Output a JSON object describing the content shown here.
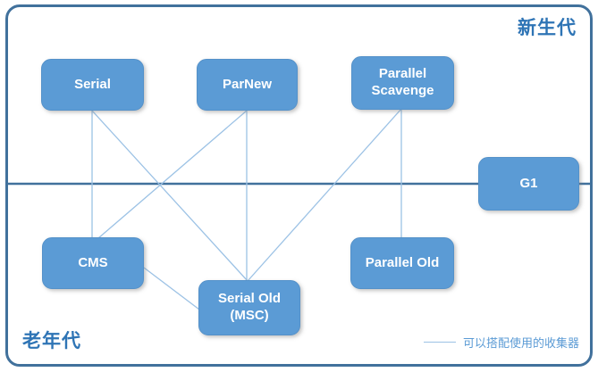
{
  "diagram": {
    "title_context": "JVM garbage collector pairing diagram",
    "regions": {
      "young": {
        "label": "新生代"
      },
      "old": {
        "label": "老年代"
      }
    },
    "nodes": {
      "serial": {
        "label": "Serial"
      },
      "parnew": {
        "label": "ParNew"
      },
      "parallel_scavenge": {
        "label": "Parallel Scavenge"
      },
      "g1": {
        "label": "G1"
      },
      "cms": {
        "label": "CMS"
      },
      "serial_old": {
        "label": "Serial Old (MSC)"
      },
      "parallel_old": {
        "label": "Parallel Old"
      }
    },
    "edges": [
      {
        "from": "Serial",
        "to": "CMS"
      },
      {
        "from": "Serial",
        "to": "Serial Old (MSC)"
      },
      {
        "from": "ParNew",
        "to": "CMS"
      },
      {
        "from": "ParNew",
        "to": "Serial Old (MSC)"
      },
      {
        "from": "Parallel Scavenge",
        "to": "Serial Old (MSC)"
      },
      {
        "from": "Parallel Scavenge",
        "to": "Parallel Old"
      },
      {
        "from": "CMS",
        "to": "Serial Old (MSC)"
      }
    ],
    "legend": {
      "label": "可以搭配使用的收集器"
    },
    "colors": {
      "node_fill": "#5B9BD5",
      "node_text": "#FFFFFF",
      "outer_border": "#41719C",
      "divider": "#41719C",
      "edge": "#9CC2E5",
      "region_label_text": "#2E74B5",
      "legend_text": "#5B9BD5"
    }
  }
}
